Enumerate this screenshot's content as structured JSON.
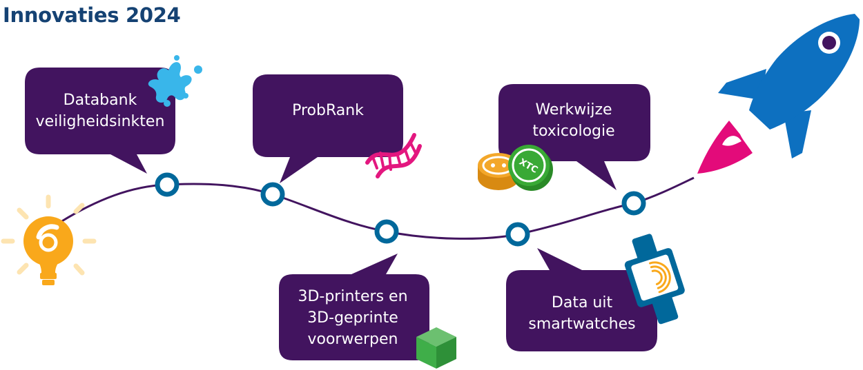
{
  "title": "Innovaties 2024",
  "colors": {
    "title": "#154273",
    "bubble": "#42145f",
    "line": "#42145f",
    "node": "#01689b",
    "bulb": "#f9a81b",
    "bulb_rays": "#fde4b1",
    "splash": "#39b6ea",
    "dna": "#e3177f",
    "pill_orange": "#f3a72a",
    "pill_green": "#39a935",
    "cube": "#3fae49",
    "watch_band": "#01689b",
    "rocket": "#0d70c0",
    "flame": "#e30b7a"
  },
  "icons": {
    "start": "lightbulb-icon",
    "end": "rocket-icon"
  },
  "innovations": [
    {
      "lines": [
        "Databank",
        "veiligheidsinkten"
      ],
      "icon": "ink-splash-icon"
    },
    {
      "lines": [
        "ProbRank"
      ],
      "icon": "dna-helix-icon"
    },
    {
      "lines": [
        "3D-printers en",
        "3D-geprinte",
        "voorwerpen"
      ],
      "icon": "cube-icon"
    },
    {
      "lines": [
        "Data uit",
        "smartwatches"
      ],
      "icon": "smartwatch-icon"
    },
    {
      "lines": [
        "Werkwijze",
        "toxicologie"
      ],
      "icon": "pills-icon",
      "pill_text": "XTC"
    }
  ]
}
